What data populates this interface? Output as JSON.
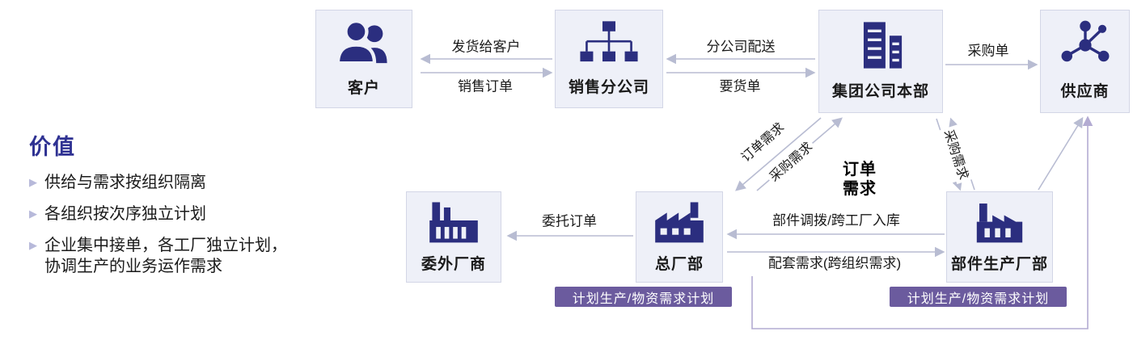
{
  "palette": {
    "icon_navy": "#2b2e7f",
    "box_fill": "#eef0f8",
    "line_gray": "#b8bcd2",
    "line_purple": "#b3abd2",
    "badge_purple": "#6b5b9e",
    "title_blue": "#2e3192"
  },
  "value_panel": {
    "title": "价值",
    "bullets": [
      "供给与需求按组织隔离",
      "各组织按次序独立计划",
      "企业集中接单，各工厂独立计划，\n协调生产的业务运作需求"
    ]
  },
  "nodes": {
    "customer": {
      "label": "客户",
      "icon": "people-icon"
    },
    "sales_branch": {
      "label": "销售分公司",
      "icon": "org-tree-icon"
    },
    "group_hq": {
      "label": "集团公司本部",
      "icon": "buildings-icon"
    },
    "supplier": {
      "label": "供应商",
      "icon": "network-icon"
    },
    "outsourced_vendor": {
      "label": "委外厂商",
      "icon": "factory-icon"
    },
    "main_plant": {
      "label": "总厂部",
      "icon": "factory-icon"
    },
    "component_plant": {
      "label": "部件生产厂部",
      "icon": "factory-icon"
    }
  },
  "edge_labels": {
    "ship_to_customer": "发货给客户",
    "sales_order": "销售订单",
    "branch_delivery": "分公司配送",
    "goods_request": "要货单",
    "purchase_order": "采购单",
    "consign_order": "委托订单",
    "component_transfer": "部件调拨/跨工厂入库",
    "kit_demand": "配套需求(跨组织需求)",
    "order_demand_diagonal": "订单需求",
    "purchase_demand_diagonal": "采购需求",
    "purchase_demand_vertical": "采购需求",
    "order_demand_note": "订单\n需求"
  },
  "badges": {
    "main_plant_plan": "计划生产/物资需求计划",
    "component_plant_plan": "计划生产/物资需求计划"
  }
}
